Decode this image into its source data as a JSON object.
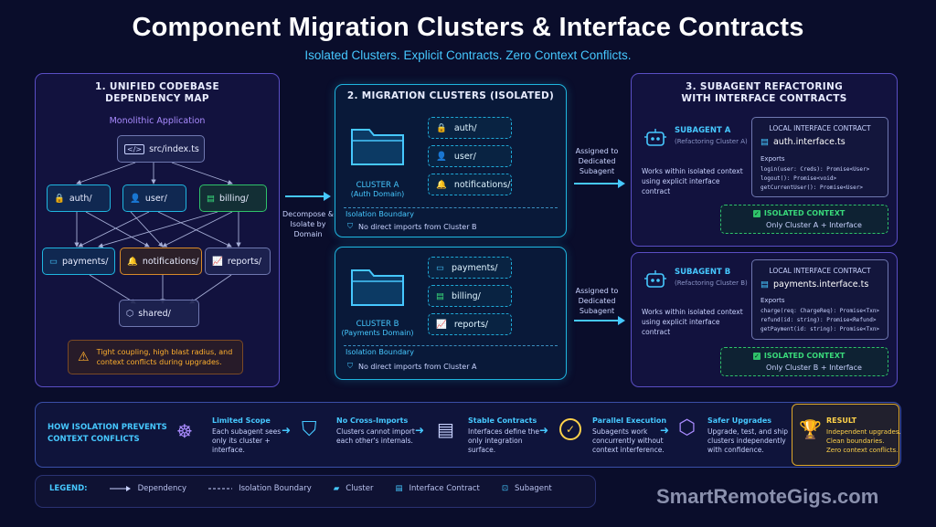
{
  "header": {
    "title": "Component Migration Clusters & Interface Contracts",
    "subtitle": "Isolated Clusters. Explicit Contracts. Zero Context Conflicts."
  },
  "panel1": {
    "title_line1": "1. UNIFIED CODEBASE",
    "title_line2": "DEPENDENCY MAP",
    "subheading": "Monolithic Application",
    "nodes": {
      "index": "src/index.ts",
      "auth": "auth/",
      "user": "user/",
      "billing": "billing/",
      "payments": "payments/",
      "notifications": "notifications/",
      "reports": "reports/",
      "shared": "shared/"
    },
    "warning_line1": "Tight coupling, high blast radius, and",
    "warning_line2": "context conflicts during upgrades."
  },
  "arrow1": {
    "line1": "Decompose &",
    "line2": "Isolate by",
    "line3": "Domain"
  },
  "panel2": {
    "title": "2. MIGRATION CLUSTERS (ISOLATED)",
    "clusterA": {
      "name": "CLUSTER A",
      "domain": "(Auth Domain)",
      "items": [
        "auth/",
        "user/",
        "notifications/"
      ],
      "boundary_label": "Isolation Boundary",
      "boundary_note": "No direct imports from Cluster B"
    },
    "clusterB": {
      "name": "CLUSTER B",
      "domain": "(Payments Domain)",
      "items": [
        "payments/",
        "billing/",
        "reports/"
      ],
      "boundary_label": "Isolation Boundary",
      "boundary_note": "No direct imports from Cluster A"
    }
  },
  "arrow2": {
    "line1": "Assigned to",
    "line2": "Dedicated",
    "line3": "Subagent"
  },
  "arrow3": {
    "line1": "Assigned to",
    "line2": "Dedicated",
    "line3": "Subagent"
  },
  "panel3": {
    "title_line1": "3. SUBAGENT REFACTORING",
    "title_line2": "WITH INTERFACE CONTRACTS",
    "subagentA": {
      "name": "SUBAGENT A",
      "role": "(Refactoring Cluster A)",
      "desc_line1": "Works within isolated context",
      "desc_line2": "using explicit interface contract",
      "contract_title": "LOCAL INTERFACE CONTRACT",
      "file": "auth.interface.ts",
      "exports_label": "Exports",
      "exports": [
        "login(user: Creds): Promise<User>",
        "logout(): Promise<void>",
        "getCurrentUser(): Promise<User>"
      ],
      "ctx_label": "ISOLATED CONTEXT",
      "ctx_note": "Only Cluster A + Interface"
    },
    "subagentB": {
      "name": "SUBAGENT B",
      "role": "(Refactoring Cluster B)",
      "desc_line1": "Works within isolated context",
      "desc_line2": "using explicit interface contract",
      "contract_title": "LOCAL INTERFACE CONTRACT",
      "file": "payments.interface.ts",
      "exports_label": "Exports",
      "exports": [
        "charge(req: ChargeReq): Promise<Txn>",
        "refund(id: string): Promise<Refund>",
        "getPayment(id: string): Promise<Txn>"
      ],
      "ctx_label": "ISOLATED CONTEXT",
      "ctx_note": "Only Cluster B + Interface"
    }
  },
  "bottom": {
    "heading_line1": "HOW ISOLATION PREVENTS",
    "heading_line2": "CONTEXT CONFLICTS",
    "steps": [
      {
        "title": "Limited Scope",
        "l1": "Each subagent sees",
        "l2": "only its cluster +",
        "l3": "interface."
      },
      {
        "title": "No Cross-Imports",
        "l1": "Clusters cannot import",
        "l2": "each other's internals.",
        "l3": ""
      },
      {
        "title": "Stable Contracts",
        "l1": "Interfaces define the",
        "l2": "only integration",
        "l3": "surface."
      },
      {
        "title": "Parallel Execution",
        "l1": "Subagents work",
        "l2": "concurrently without",
        "l3": "context interference."
      },
      {
        "title": "Safer Upgrades",
        "l1": "Upgrade, test, and ship",
        "l2": "clusters independently",
        "l3": "with confidence."
      }
    ],
    "result": {
      "title": "RESULT",
      "l1": "Independent upgrades.",
      "l2": "Clean boundaries.",
      "l3": "Zero context conflicts."
    }
  },
  "legend": {
    "label": "LEGEND:",
    "dependency": "Dependency",
    "boundary": "Isolation Boundary",
    "cluster": "Cluster",
    "contract": "Interface Contract",
    "subagent": "Subagent"
  },
  "watermark": "SmartRemoteGigs.com"
}
